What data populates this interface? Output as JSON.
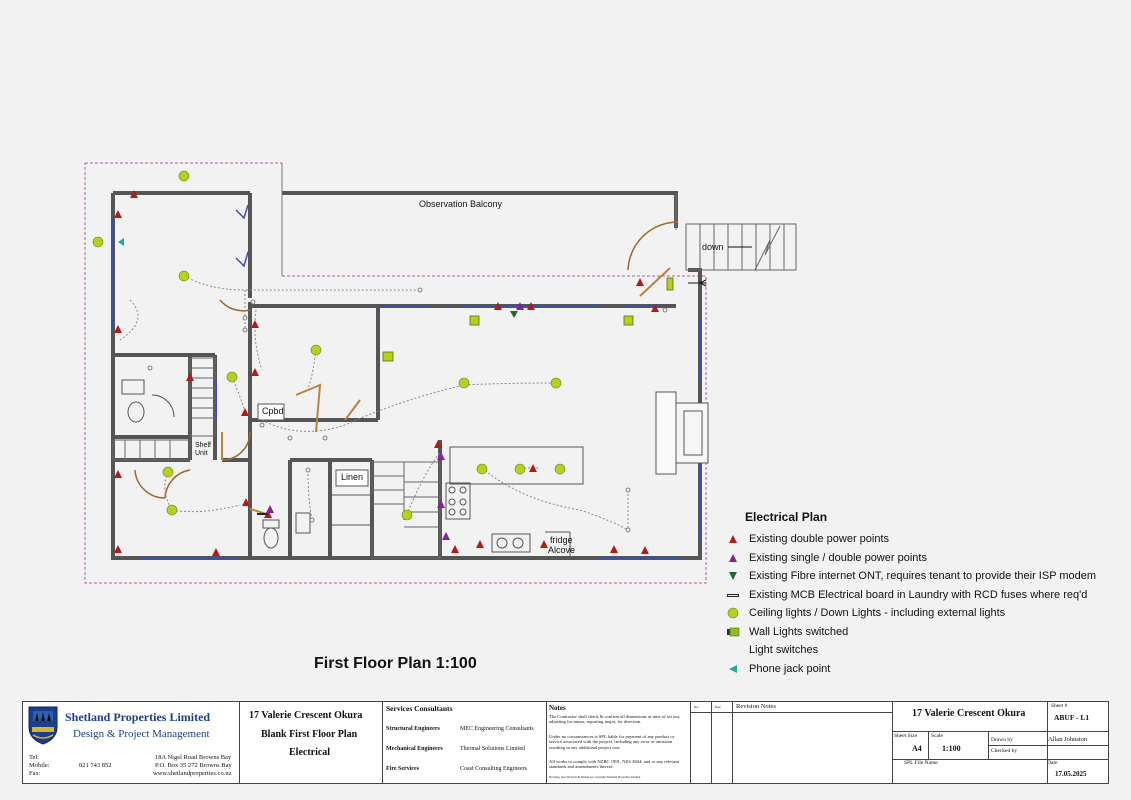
{
  "plan": {
    "title": "First Floor Plan 1:100",
    "rooms": {
      "observation_balcony": "Observation Balcony",
      "down": "down",
      "cpbd": "Cpbd",
      "linen": "Linen",
      "shelf_unit": "Shelf\nUnit",
      "fridge": "fridge",
      "alcove": "Alcove"
    }
  },
  "legend": {
    "title": "Electrical Plan",
    "items": [
      {
        "icon": "double-power-point-icon",
        "color": "#b01c1c",
        "label": "Existing double power points"
      },
      {
        "icon": "single-double-power-point-icon",
        "color": "#8a1f9a",
        "label": "Existing single / double power points"
      },
      {
        "icon": "fibre-ont-icon",
        "color": "#1e6b2e",
        "label": "Existing Fibre internet ONT, requires tenant to provide their ISP modem"
      },
      {
        "icon": "mcb-board-icon",
        "color": "#222222",
        "label": "Existing MCB Electrical board in Laundry with RCD fuses where req'd"
      },
      {
        "icon": "ceiling-light-icon",
        "color": "#b5d11f",
        "label": "Ceiling lights / Down Lights - including external lights"
      },
      {
        "icon": "wall-light-icon",
        "color": "#8fbf22",
        "label": "Wall Lights switched"
      },
      {
        "icon": "",
        "color": "",
        "label": "Light switches"
      },
      {
        "icon": "phone-jack-icon",
        "color": "#2aa79b",
        "label": "Phone jack point"
      }
    ]
  },
  "title_block": {
    "company_name": "Shetland Properties Limited",
    "company_tagline": "Design & Project Management",
    "tel_label": "Tel:",
    "mobile_label": "Mobile:",
    "mobile": "021 743 852",
    "fax_label": "Fax:",
    "address1": "18A Nigel Road Browns Bay",
    "address2": "P.O. Box 35 272 Browns Bay",
    "website": "www.shetlandproperties.co.nz",
    "project_address": "17 Valerie Crescent Okura",
    "drawing_title": "Blank First Floor Plan",
    "drawing_subtitle": "Electrical",
    "consultants_title": "Services Consultants",
    "consultants": [
      {
        "role": "Structural Engineers",
        "name": "MEC Engineering Consultants"
      },
      {
        "role": "Mechanical Engineers",
        "name": "Thermal Solutions Limited"
      },
      {
        "role": "Fire Services",
        "name": "Coast Consulting Engineers"
      }
    ],
    "notes_title": "Notes",
    "notes": [
      "The Contractor shall check & confirm all dimensions at time of set out, adjusting for minor, reporting major, for direction.",
      "Under no circumstances is SPL liable for payment of any product or service associated with the project, including any error or omission resulting in any additional project cost.",
      "All works to comply with NZBC 1991, NZS 3604: and or any relevant standards and amendments thereof."
    ],
    "notes_fine": "Drawing, Specification & Design are copyright Shetland Properties Limited",
    "rev_col1": "Rev",
    "rev_col2": "Date",
    "revision_notes_label": "Revision Notes",
    "project_address_right": "17 Valerie Crescent Okura",
    "sheet_no_label": "Sheet #",
    "sheet_no": "ABUF - L1",
    "sheet_size_label": "Sheet Size",
    "sheet_size": "A4",
    "scale_label": "Scale",
    "scale": "1:100",
    "drawn_by_label": "Drawn by",
    "drawn_by": "Allan Johnston",
    "checked_by_label": "Checked by",
    "spl_file_label": "SPL File Name",
    "date_label": "Date",
    "date": "17.05.2025"
  }
}
